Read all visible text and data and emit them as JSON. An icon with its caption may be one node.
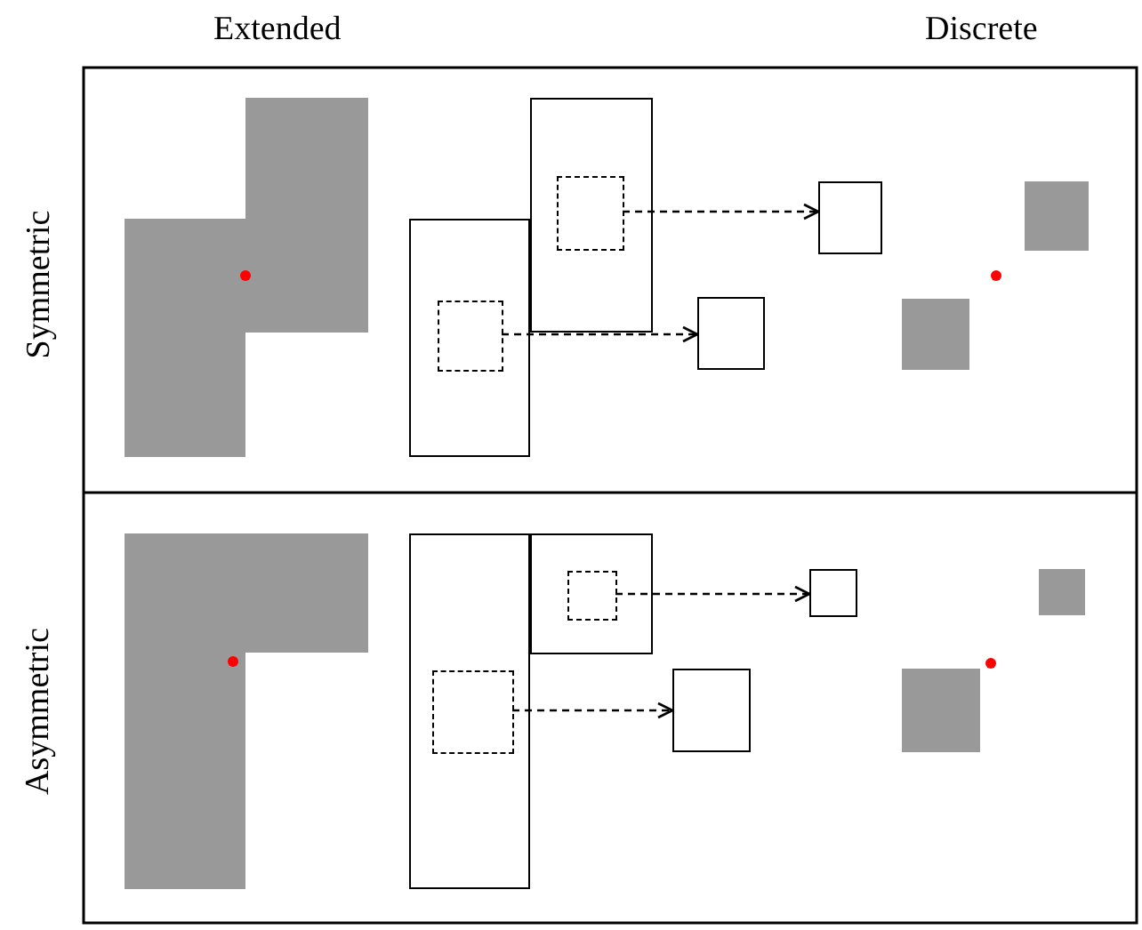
{
  "diagram": {
    "nodes": [
      {
        "text": [],
        "shape": "box"
      },
      {
        "text": [],
        "shape": "box"
      },
      {
        "text": [],
        "shape": "box",
        "in": 1
      },
      {
        "text": [],
        "shape": "box",
        "in": 0
      },
      {
        "text": [],
        "shape": "box"
      },
      {
        "text": [],
        "shape": "box"
      },
      {
        "text": [],
        "shape": "box"
      },
      {
        "text": [],
        "shape": "box"
      },
      {
        "text": [],
        "shape": "box",
        "in": 7
      },
      {
        "text": [],
        "shape": "box",
        "in": 6
      },
      {
        "text": [],
        "shape": "box"
      },
      {
        "text": [],
        "shape": "box"
      }
    ],
    "edges": [
      {
        "from": 2,
        "to": 4,
        "arrow": "to",
        "style": "dashed"
      },
      {
        "from": 3,
        "to": 5,
        "arrow": "to",
        "style": "dashed"
      },
      {
        "from": 8,
        "to": 10,
        "arrow": "to",
        "style": "dashed"
      },
      {
        "from": 9,
        "to": 11,
        "arrow": "to",
        "style": "dashed"
      }
    ],
    "labels": [
      "Extended",
      "Discrete",
      "Symmetric",
      "Asymmetric"
    ]
  }
}
